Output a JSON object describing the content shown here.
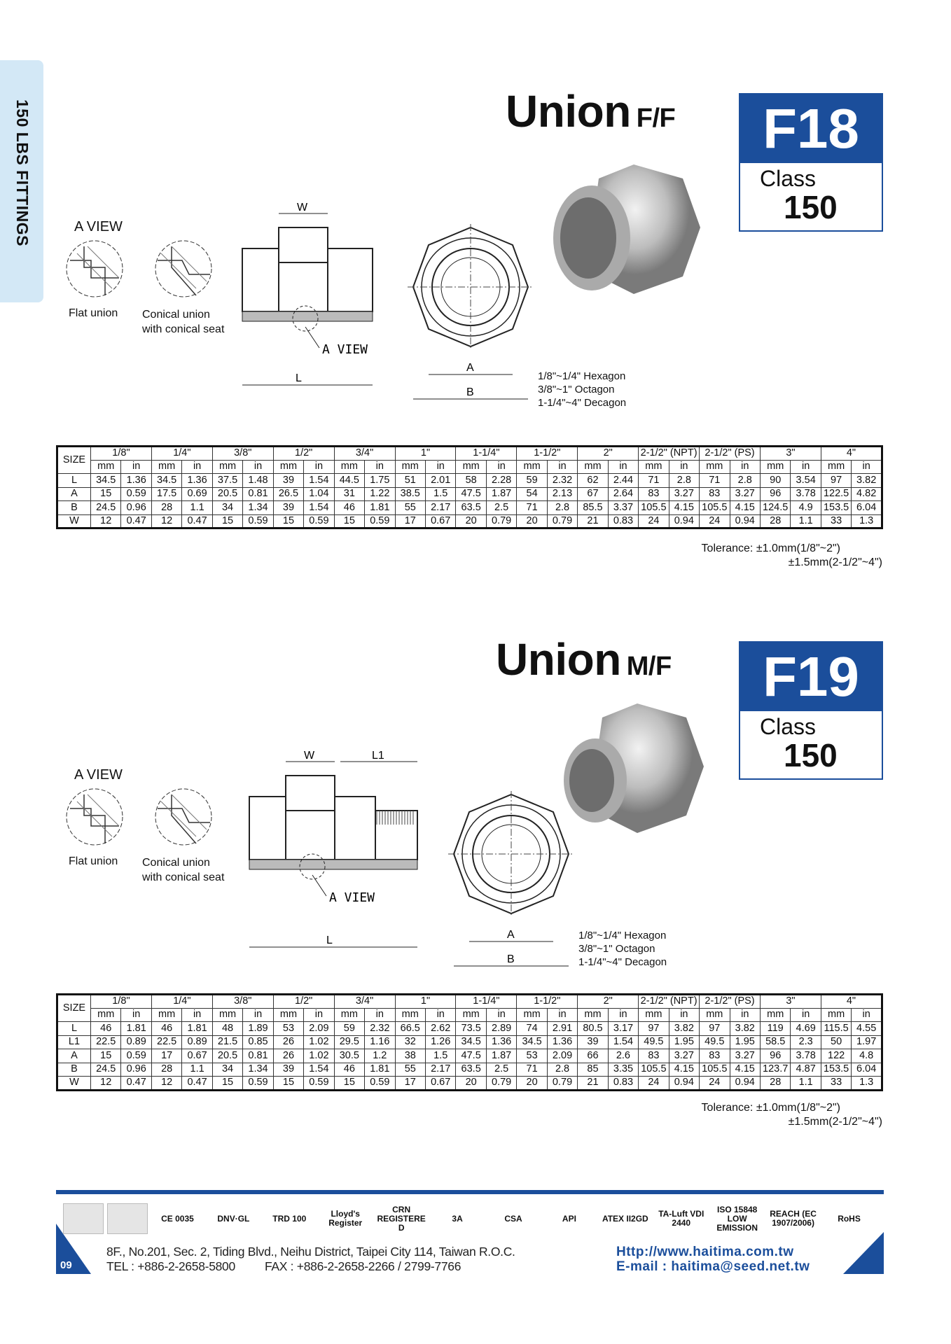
{
  "side_tab": "150 LBS FITTINGS",
  "products": [
    {
      "title": "Union",
      "subtitle": "F/F",
      "code": "F18",
      "class_label": "Class",
      "class_value": "150",
      "a_view_label": "A VIEW",
      "flat_union": "Flat union",
      "conical_union": "Conical union",
      "conical_seat": "with conical seat",
      "dim_labels": {
        "w": "W",
        "l": "L",
        "a": "A",
        "b": "B",
        "aview": "A VIEW"
      },
      "shape_notes": [
        "1/8\"~1/4\" Hexagon",
        "3/8\"~1\" Octagon",
        "1-1/4\"~4\" Decagon"
      ],
      "table": {
        "size_label": "SIZE",
        "sizes": [
          "1/8\"",
          "1/4\"",
          "3/8\"",
          "1/2\"",
          "3/4\"",
          "1\"",
          "1-1/4\"",
          "1-1/2\"",
          "2\"",
          "2-1/2\" (NPT)",
          "2-1/2\" (PS)",
          "3\"",
          "4\""
        ],
        "units": [
          "mm",
          "in"
        ],
        "rows": [
          {
            "label": "L",
            "values": [
              "34.5",
              "1.36",
              "34.5",
              "1.36",
              "37.5",
              "1.48",
              "39",
              "1.54",
              "44.5",
              "1.75",
              "51",
              "2.01",
              "58",
              "2.28",
              "59",
              "2.32",
              "62",
              "2.44",
              "71",
              "2.8",
              "71",
              "2.8",
              "90",
              "3.54",
              "97",
              "3.82"
            ]
          },
          {
            "label": "A",
            "values": [
              "15",
              "0.59",
              "17.5",
              "0.69",
              "20.5",
              "0.81",
              "26.5",
              "1.04",
              "31",
              "1.22",
              "38.5",
              "1.5",
              "47.5",
              "1.87",
              "54",
              "2.13",
              "67",
              "2.64",
              "83",
              "3.27",
              "83",
              "3.27",
              "96",
              "3.78",
              "122.5",
              "4.82"
            ]
          },
          {
            "label": "B",
            "values": [
              "24.5",
              "0.96",
              "28",
              "1.1",
              "34",
              "1.34",
              "39",
              "1.54",
              "46",
              "1.81",
              "55",
              "2.17",
              "63.5",
              "2.5",
              "71",
              "2.8",
              "85.5",
              "3.37",
              "105.5",
              "4.15",
              "105.5",
              "4.15",
              "124.5",
              "4.9",
              "153.5",
              "6.04"
            ]
          },
          {
            "label": "W",
            "values": [
              "12",
              "0.47",
              "12",
              "0.47",
              "15",
              "0.59",
              "15",
              "0.59",
              "15",
              "0.59",
              "17",
              "0.67",
              "20",
              "0.79",
              "20",
              "0.79",
              "21",
              "0.83",
              "24",
              "0.94",
              "24",
              "0.94",
              "28",
              "1.1",
              "33",
              "1.3"
            ]
          }
        ]
      },
      "tolerance": [
        "Tolerance:  ±1.0mm(1/8\"~2\")",
        "±1.5mm(2-1/2\"~4\")"
      ]
    },
    {
      "title": "Union",
      "subtitle": "M/F",
      "code": "F19",
      "class_label": "Class",
      "class_value": "150",
      "a_view_label": "A VIEW",
      "flat_union": "Flat union",
      "conical_union": "Conical union",
      "conical_seat": "with conical seat",
      "dim_labels": {
        "w": "W",
        "l1": "L1",
        "l": "L",
        "a": "A",
        "b": "B",
        "aview": "A VIEW"
      },
      "shape_notes": [
        "1/8\"~1/4\" Hexagon",
        "3/8\"~1\" Octagon",
        "1-1/4\"~4\" Decagon"
      ],
      "table": {
        "size_label": "SIZE",
        "sizes": [
          "1/8\"",
          "1/4\"",
          "3/8\"",
          "1/2\"",
          "3/4\"",
          "1\"",
          "1-1/4\"",
          "1-1/2\"",
          "2\"",
          "2-1/2\" (NPT)",
          "2-1/2\" (PS)",
          "3\"",
          "4\""
        ],
        "units": [
          "mm",
          "in"
        ],
        "rows": [
          {
            "label": "L",
            "values": [
              "46",
              "1.81",
              "46",
              "1.81",
              "48",
              "1.89",
              "53",
              "2.09",
              "59",
              "2.32",
              "66.5",
              "2.62",
              "73.5",
              "2.89",
              "74",
              "2.91",
              "80.5",
              "3.17",
              "97",
              "3.82",
              "97",
              "3.82",
              "119",
              "4.69",
              "115.5",
              "4.55"
            ]
          },
          {
            "label": "L1",
            "values": [
              "22.5",
              "0.89",
              "22.5",
              "0.89",
              "21.5",
              "0.85",
              "26",
              "1.02",
              "29.5",
              "1.16",
              "32",
              "1.26",
              "34.5",
              "1.36",
              "34.5",
              "1.36",
              "39",
              "1.54",
              "49.5",
              "1.95",
              "49.5",
              "1.95",
              "58.5",
              "2.3",
              "50",
              "1.97"
            ]
          },
          {
            "label": "A",
            "values": [
              "15",
              "0.59",
              "17",
              "0.67",
              "20.5",
              "0.81",
              "26",
              "1.02",
              "30.5",
              "1.2",
              "38",
              "1.5",
              "47.5",
              "1.87",
              "53",
              "2.09",
              "66",
              "2.6",
              "83",
              "3.27",
              "83",
              "3.27",
              "96",
              "3.78",
              "122",
              "4.8"
            ]
          },
          {
            "label": "B",
            "values": [
              "24.5",
              "0.96",
              "28",
              "1.1",
              "34",
              "1.34",
              "39",
              "1.54",
              "46",
              "1.81",
              "55",
              "2.17",
              "63.5",
              "2.5",
              "71",
              "2.8",
              "85",
              "3.35",
              "105.5",
              "4.15",
              "105.5",
              "4.15",
              "123.7",
              "4.87",
              "153.5",
              "6.04"
            ]
          },
          {
            "label": "W",
            "values": [
              "12",
              "0.47",
              "12",
              "0.47",
              "15",
              "0.59",
              "15",
              "0.59",
              "15",
              "0.59",
              "17",
              "0.67",
              "20",
              "0.79",
              "20",
              "0.79",
              "21",
              "0.83",
              "24",
              "0.94",
              "24",
              "0.94",
              "28",
              "1.1",
              "33",
              "1.3"
            ]
          }
        ]
      },
      "tolerance": [
        "Tolerance:  ±1.0mm(1/8\"~2\")",
        "±1.5mm(2-1/2\"~4\")"
      ]
    }
  ],
  "footer": {
    "page": "09",
    "logos": [
      "CE 0035",
      "DNV·GL",
      "TRD 100",
      "Lloyd's Register",
      "CRN REGISTERED",
      "3A",
      "CSA",
      "API",
      "ATEX II2GD",
      "TA-Luft VDI 2440",
      "ISO 15848 LOW EMISSION",
      "REACH (EC 1907/2006)",
      "RoHS"
    ],
    "address": "8F., No.201, Sec. 2, Tiding Blvd., Neihu District, Taipei City 114, Taiwan R.O.C.",
    "tel": "TEL : +886-2-2658-5800",
    "fax": "FAX : +886-2-2658-2266 / 2799-7766",
    "web": "Http://www.haitima.com.tw",
    "email": "E-mail : haitima@seed.net.tw"
  }
}
